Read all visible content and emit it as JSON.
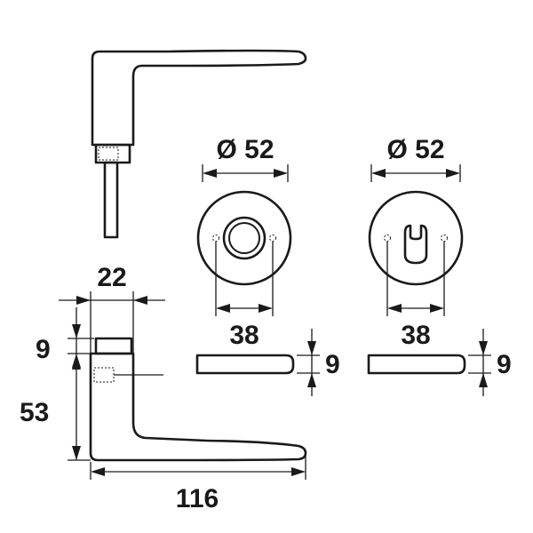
{
  "colors": {
    "line": "#1a1a1a",
    "background": "#ffffff"
  },
  "dimensions": {
    "rose_diameter_plain": "Ø 52",
    "rose_diameter_keyhole": "Ø 52",
    "hole_spacing_plain": "38",
    "hole_spacing_keyhole": "38",
    "rose_thickness_plain": "9",
    "rose_thickness_keyhole": "9",
    "spindle_width": "22",
    "collar_height": "9",
    "handle_height": "53",
    "handle_length": "116"
  }
}
